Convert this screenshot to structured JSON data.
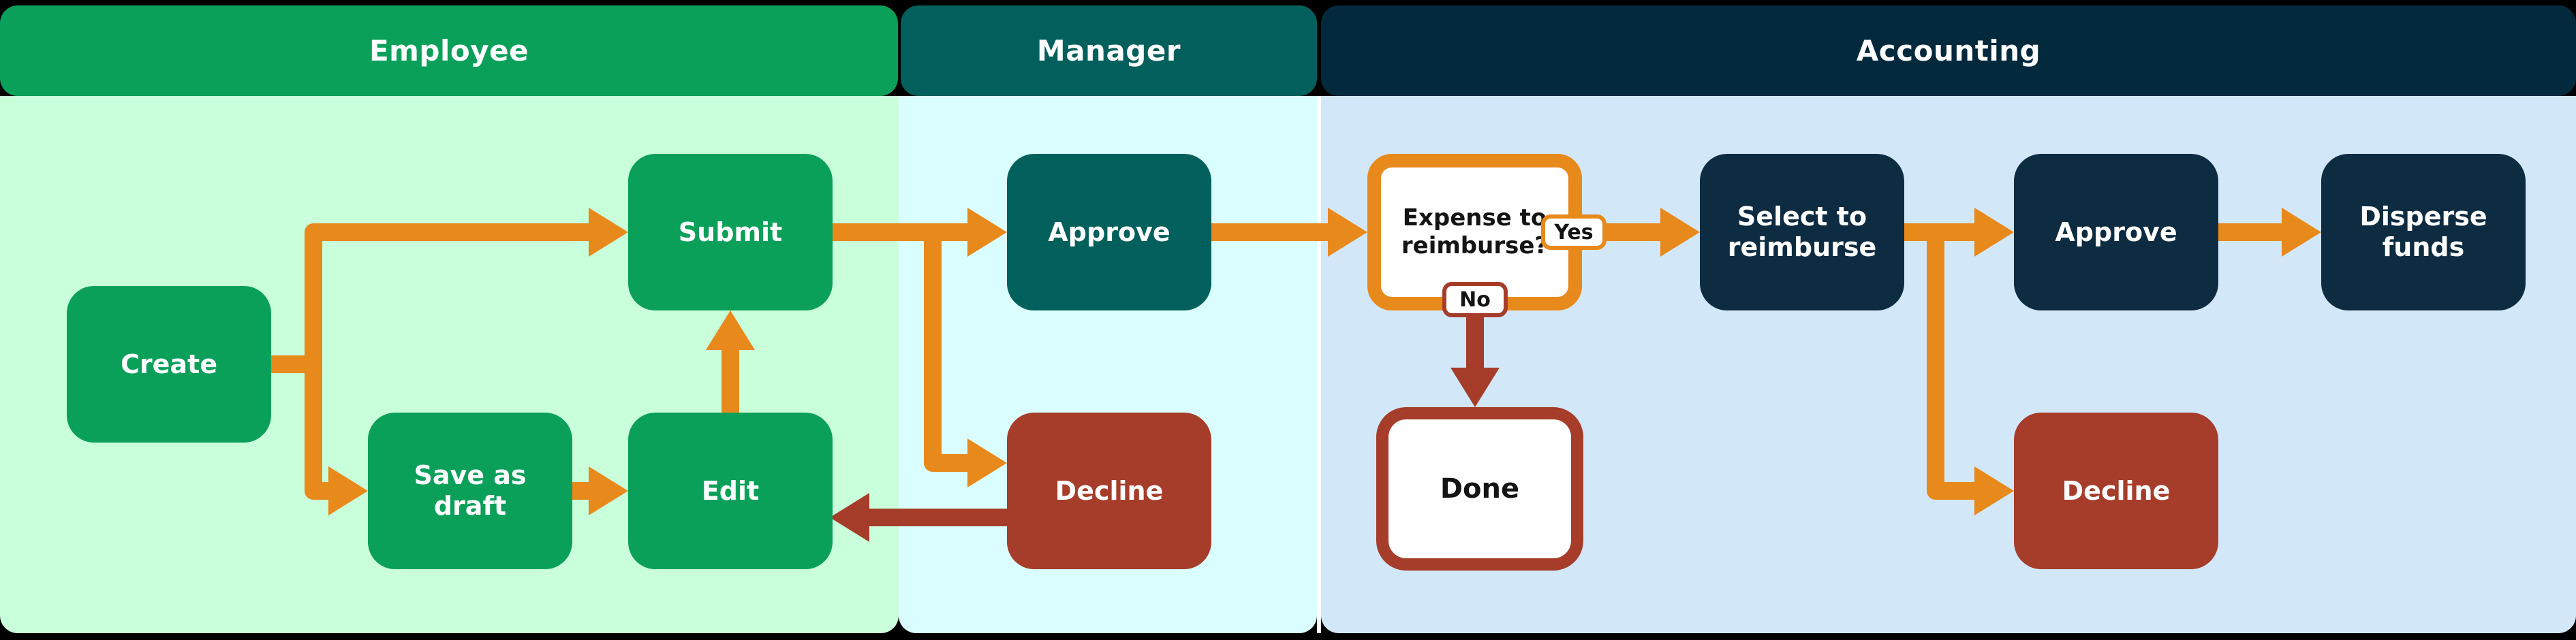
{
  "diagram": {
    "title": "Expense reimbursement swimlane flowchart",
    "lanes": [
      {
        "id": "employee",
        "label": "Employee",
        "header_color": "#0AA05A",
        "body_color": "#C9FFDA"
      },
      {
        "id": "manager",
        "label": "Manager",
        "header_color": "#02605C",
        "body_color": "#DAFEFF"
      },
      {
        "id": "accounting",
        "label": "Accounting",
        "header_color": "#03293D",
        "body_color": "#D2E8F9"
      }
    ],
    "nodes": {
      "create": {
        "label": "Create",
        "lane": "employee",
        "type": "process",
        "color": "#0AA05A"
      },
      "submit": {
        "label": "Submit",
        "lane": "employee",
        "type": "process",
        "color": "#0AA05A"
      },
      "save_draft": {
        "label": "Save as draft",
        "lane": "employee",
        "type": "process",
        "color": "#0AA05A"
      },
      "edit": {
        "label": "Edit",
        "lane": "employee",
        "type": "process",
        "color": "#0AA05A"
      },
      "m_approve": {
        "label": "Approve",
        "lane": "manager",
        "type": "process",
        "color": "#02605C"
      },
      "m_decline": {
        "label": "Decline",
        "lane": "manager",
        "type": "process",
        "color": "#A63C2A"
      },
      "decision": {
        "label": "Expense to reimburse?",
        "lane": "accounting",
        "type": "decision",
        "border_color": "#E8891B"
      },
      "done": {
        "label": "Done",
        "lane": "accounting",
        "type": "terminal",
        "border_color": "#A63C2A"
      },
      "select": {
        "label": "Select to reimburse",
        "lane": "accounting",
        "type": "process",
        "color": "#0E2C41"
      },
      "a_approve": {
        "label": "Approve",
        "lane": "accounting",
        "type": "process",
        "color": "#0E2C41"
      },
      "disperse": {
        "label": "Disperse funds",
        "lane": "accounting",
        "type": "process",
        "color": "#0E2C41"
      },
      "a_decline": {
        "label": "Decline",
        "lane": "accounting",
        "type": "process",
        "color": "#A63C2A"
      }
    },
    "edge_labels": {
      "yes": {
        "label": "Yes",
        "border_color": "#E8891B"
      },
      "no": {
        "label": "No",
        "border_color": "#A63C2A"
      }
    },
    "edges": [
      {
        "from": "create",
        "to": "submit",
        "color": "#E8891B"
      },
      {
        "from": "create",
        "to": "save_draft",
        "color": "#E8891B"
      },
      {
        "from": "save_draft",
        "to": "edit",
        "color": "#E8891B"
      },
      {
        "from": "edit",
        "to": "submit",
        "color": "#E8891B"
      },
      {
        "from": "submit",
        "to": "m_approve",
        "color": "#E8891B"
      },
      {
        "from": "submit",
        "to": "m_decline",
        "color": "#E8891B"
      },
      {
        "from": "m_decline",
        "to": "edit",
        "color": "#A63C2A"
      },
      {
        "from": "m_approve",
        "to": "decision",
        "color": "#E8891B"
      },
      {
        "from": "decision",
        "to": "select",
        "label": "Yes",
        "color": "#E8891B"
      },
      {
        "from": "decision",
        "to": "done",
        "label": "No",
        "color": "#A63C2A"
      },
      {
        "from": "select",
        "to": "a_approve",
        "color": "#E8891B"
      },
      {
        "from": "select",
        "to": "a_decline",
        "color": "#E8891B"
      },
      {
        "from": "a_approve",
        "to": "disperse",
        "color": "#E8891B"
      }
    ],
    "colors": {
      "connector_orange": "#E8891B",
      "connector_red": "#A63C2A",
      "background": "#000000",
      "node_text": "#FFFFFF",
      "decision_text": "#141414"
    }
  }
}
